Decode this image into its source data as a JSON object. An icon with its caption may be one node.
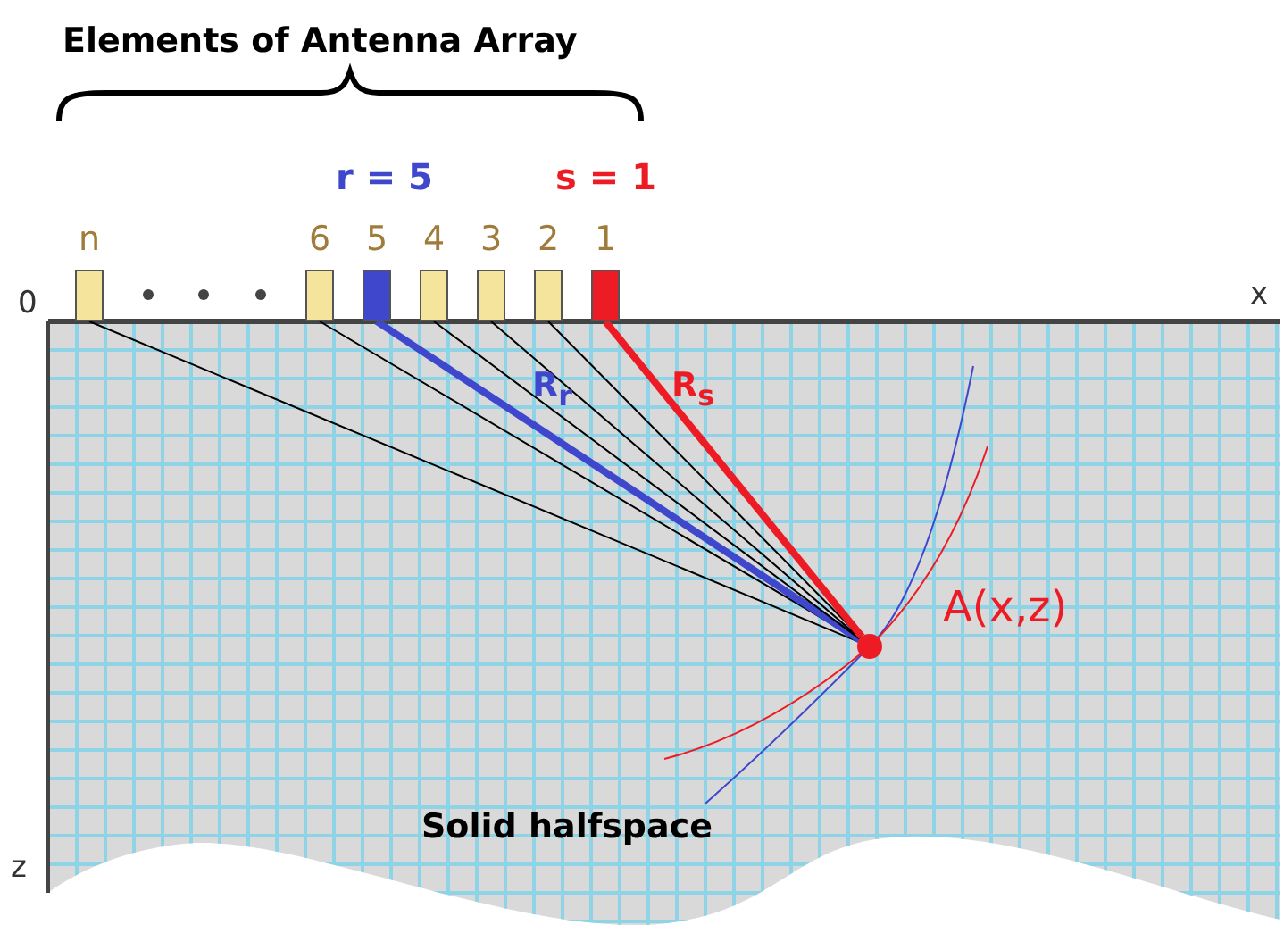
{
  "diagram": {
    "title": "Elements of Antenna Array",
    "nodes": [
      {
        "text": [
          "n"
        ]
      },
      {
        "text": [
          "6"
        ]
      },
      {
        "text": [
          "5"
        ]
      },
      {
        "text": [
          "4"
        ]
      },
      {
        "text": [
          "3"
        ]
      },
      {
        "text": [
          "2"
        ]
      },
      {
        "text": [
          "1"
        ]
      },
      {
        "text": [],
        "shape": "circle",
        "beside": [
          "A(x,z)"
        ]
      }
    ],
    "edges": [
      {
        "from": 0,
        "to": 7,
        "arrow": "none"
      },
      {
        "from": 1,
        "to": 7,
        "arrow": "none"
      },
      {
        "from": 2,
        "to": 7,
        "arrow": "none",
        "label": "R$_{r}$",
        "style": "thick",
        "color": "#3f48cc"
      },
      {
        "from": 3,
        "to": 7,
        "arrow": "none"
      },
      {
        "from": 4,
        "to": 7,
        "arrow": "none"
      },
      {
        "from": 5,
        "to": 7,
        "arrow": "none"
      },
      {
        "from": 6,
        "to": 7,
        "arrow": "none",
        "label": "R$_{s}$",
        "style": "thick",
        "color": "#ed1c24"
      }
    ],
    "labels": [
      "r = 5",
      "s = 1",
      "0",
      "x",
      "z",
      "Solid halfspace"
    ]
  }
}
